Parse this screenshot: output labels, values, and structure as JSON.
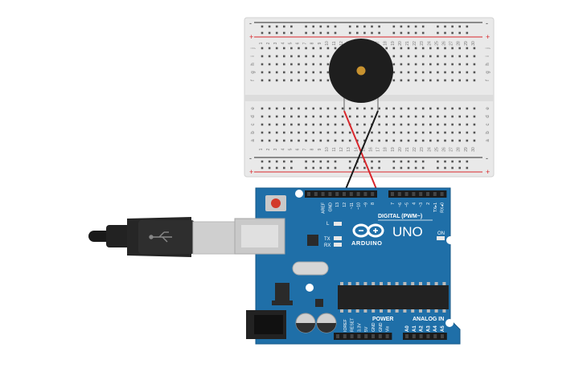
{
  "breadboard": {
    "row_letters_top": [
      "j",
      "i",
      "h",
      "g",
      "f"
    ],
    "row_letters_bottom": [
      "e",
      "d",
      "c",
      "b",
      "a"
    ],
    "column_numbers": [
      "1",
      "2",
      "3",
      "4",
      "5",
      "6",
      "7",
      "8",
      "9",
      "10",
      "11",
      "12",
      "13",
      "14",
      "15",
      "16",
      "17",
      "18",
      "19",
      "20",
      "21",
      "22",
      "23",
      "24",
      "25",
      "26",
      "27",
      "28",
      "29",
      "30"
    ],
    "rail_plus": "+",
    "rail_minus": "-"
  },
  "arduino": {
    "model": "UNO",
    "brand": "ARDUINO",
    "digital_label": "DIGITAL (PWM~)",
    "power_label": "POWER",
    "analog_label": "ANALOG IN",
    "on_label": "ON",
    "led_labels": [
      "L",
      "TX",
      "RX"
    ],
    "digital_pins": [
      "AREF",
      "GND",
      "13",
      "12",
      "~11",
      "~10",
      "~9",
      "8",
      "7",
      "~6",
      "~5",
      "4",
      "~3",
      "2",
      "TX▸1",
      "RX◂0"
    ],
    "power_pins": [
      "IOREF",
      "RESET",
      "3.3V",
      "5V",
      "GND",
      "GND",
      "Vin"
    ],
    "analog_pins": [
      "A0",
      "A1",
      "A2",
      "A3",
      "A4",
      "A5"
    ]
  },
  "colors": {
    "board_blue": "#1f6fa8",
    "breadboard": "#ececec",
    "wire_red": "#d9262b",
    "wire_black": "#1a1a1a",
    "buzzer": "#1e1e1e",
    "buzzer_center": "#c8922f"
  },
  "icons": [
    "usb-cable-icon",
    "buzzer-icon",
    "arduino-infinity-logo-icon"
  ]
}
